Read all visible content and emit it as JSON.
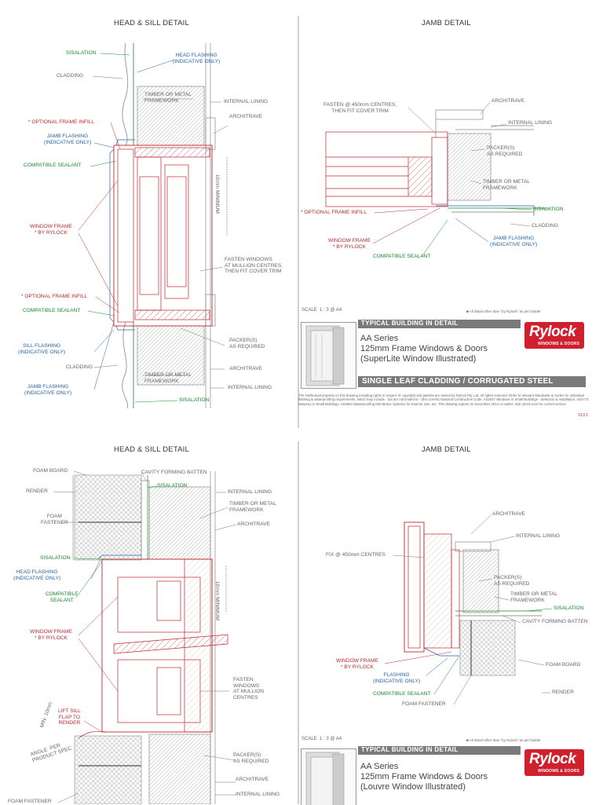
{
  "panel_top_left": {
    "title": "HEAD & SILL DETAIL",
    "labels": {
      "sisalation_top": "SISALATION",
      "head_flashing": "HEAD FLASHING\n(INDICATIVE ONLY)",
      "cladding_top": "CLADDING",
      "timber_top": "TIMBER OR METAL\nFRAMEWORK",
      "internal_lining_top": "INTERNAL LINING",
      "architrave_top": "ARCHITRAVE",
      "optional_infill_top": "* OPTIONAL FRAME INFILL",
      "jamb_flashing_top": "JAMB FLASHING\n(INDICATIVE ONLY)",
      "compatible_sealant_top": "COMPATIBLE SEALANT",
      "min_10mm": "10mm MINIMUM",
      "window_frame": "WINDOW FRAME\n* BY RYLOCK",
      "fasten_windows": "FASTEN WINDOWS\nAT MULLION CENTRES,\nTHEN FIT COVER TRIM",
      "optional_infill_bottom": "* OPTIONAL FRAME INFILL",
      "compatible_sealant_bottom": "COMPATIBLE SEALANT",
      "sill_flashing": "SILL FLASHING\n(INDICATIVE ONLY)",
      "packers": "PACKER(S)\nAS REQUIRED",
      "cladding_bottom": "CLADDING",
      "architrave_bottom": "ARCHITRAVE",
      "jamb_flashing_bottom": "JAMB FLASHING\n(INDICATIVE ONLY)",
      "timber_bottom": "TIMBER OR METAL\nFRAMEWORK",
      "internal_lining_bottom": "INTERNAL LINING",
      "sisalation_bottom": "SISALATION"
    }
  },
  "panel_top_right": {
    "title": "JAMB DETAIL",
    "labels": {
      "fasten": "FASTEN @ 450mm CENTRES,\nTHEN FIT COVER TRIM",
      "architrave": "ARCHITRAVE",
      "internal_lining": "INTERNAL LINING",
      "packers": "PACKER(S)\nAS REQUIRED",
      "timber": "TIMBER OR METAL\nFRAMEWORK",
      "sisalation": "SISALATION",
      "optional_infill": "* OPTIONAL FRAME INFILL",
      "cladding": "CLADDING",
      "window_frame": "WINDOW FRAME\n* BY RYLOCK",
      "jamb_flashing": "JAMB FLASHING\n(INDICATIVE ONLY)",
      "compatible_sealant": "COMPATIBLE SEALANT"
    },
    "scale": "SCALE  1 : 3 @ A4",
    "note": "All detail other than \"by Rylock\" as per builder",
    "banner": "TYPICAL BUILDING IN DETAIL",
    "series": "AA Series\n125mm Frame Windows & Doors\n(SuperLite Window Illustrated)",
    "subtitle_bar": "SINGLE LEAF CLADDING / CORRUGATED STEEL",
    "legal": "The intellectual property on this drawing including rights in respect of copyright and patents are owned by Rylock Pty. Ltd. All rights reserved. Refer to relevant Standards & Codes for individual flashing & waterproofing requirements, which may include - but are not limited to - (the current) National Construction Code, AS2047 Windows in Small Buildings - Selection & Installation, AS4773 Masonry in Small Buildings, AS4654 Waterproofing Membrane Systems for Exterior Use, etc. This drawing expires 31 December 2014 or earlier. Visit rylock.com for current version",
    "version": "V13.1"
  },
  "panel_bottom_left": {
    "title": "HEAD & SILL DETAIL",
    "labels": {
      "foam_board": "FOAM BOARD",
      "cavity_batten": "CAVITY FORMING BATTEN",
      "render": "RENDER",
      "internal_lining": "INTERNAL LINING",
      "sisalation_a": "SISALATION",
      "timber": "TIMBER OR METAL\nFRAMEWORK",
      "foam_fastener": "FOAM\nFASTENER",
      "architrave": "ARCHITRAVE",
      "sisalation_b": "SISALATION",
      "head_flashing": "HEAD FLASHING\n(INDICATIVE ONLY)",
      "compatible_sealant": "COMPATIBLE\nSEALANT",
      "min_10mm": "10mm MINIMUM",
      "window_frame": "WINDOW FRAME\n* BY RYLOCK",
      "fasten": "FASTEN\nWINDOWS\nAT MULLION\nCENTRES",
      "lift_sill": "LIFT SILL\nFLAP TO\nRENDER",
      "min_10mm_b": "MIN. 10mm",
      "angle": "ANGLE  PER\nPRODUCT SPEC",
      "packers": "PACKER(S)\nAS REQUIRED",
      "architrave_b": "ARCHITRAVE",
      "foam_fastener_b": "FOAM FASTENER",
      "internal_lining_b": "INTERNAL LINING"
    }
  },
  "panel_bottom_right": {
    "title": "JAMB DETAIL",
    "labels": {
      "architrave": "ARCHITRAVE",
      "internal_lining": "INTERNAL LINING",
      "fix": "FIX @ 450mm CENTRES",
      "packers": "PACKER(S)\nAS REQUIRED",
      "timber": "TIMBER OR METAL\nFRAMEWORK",
      "sisalation": "SISALATION",
      "cavity_batten": "CAVITY FORMING BATTEN",
      "foam_board": "FOAM BOARD",
      "window_frame": "WINDOW FRAME\n* BY RYLOCK",
      "flashing": "FLASHING\n(INDICATIVE ONLY)",
      "compatible_sealant": "COMPATIBLE SEALANT",
      "render": "RENDER",
      "foam_fastener": "FOAM FASTENER"
    },
    "scale": "SCALE  1 : 3 @ A4",
    "note": "All detail other than \"by Rylock\" as per builder",
    "banner": "TYPICAL BUILDING IN DETAIL",
    "series": "AA Series\n125mm Frame Windows & Doors\n(Louvre Window Illustrated)"
  },
  "brand": {
    "logo_text": "Rylock",
    "logo_sub": "WINDOWS & DOORS",
    "accent": "#c1272d",
    "green": "#1a8a2c",
    "blue": "#2464a8"
  }
}
